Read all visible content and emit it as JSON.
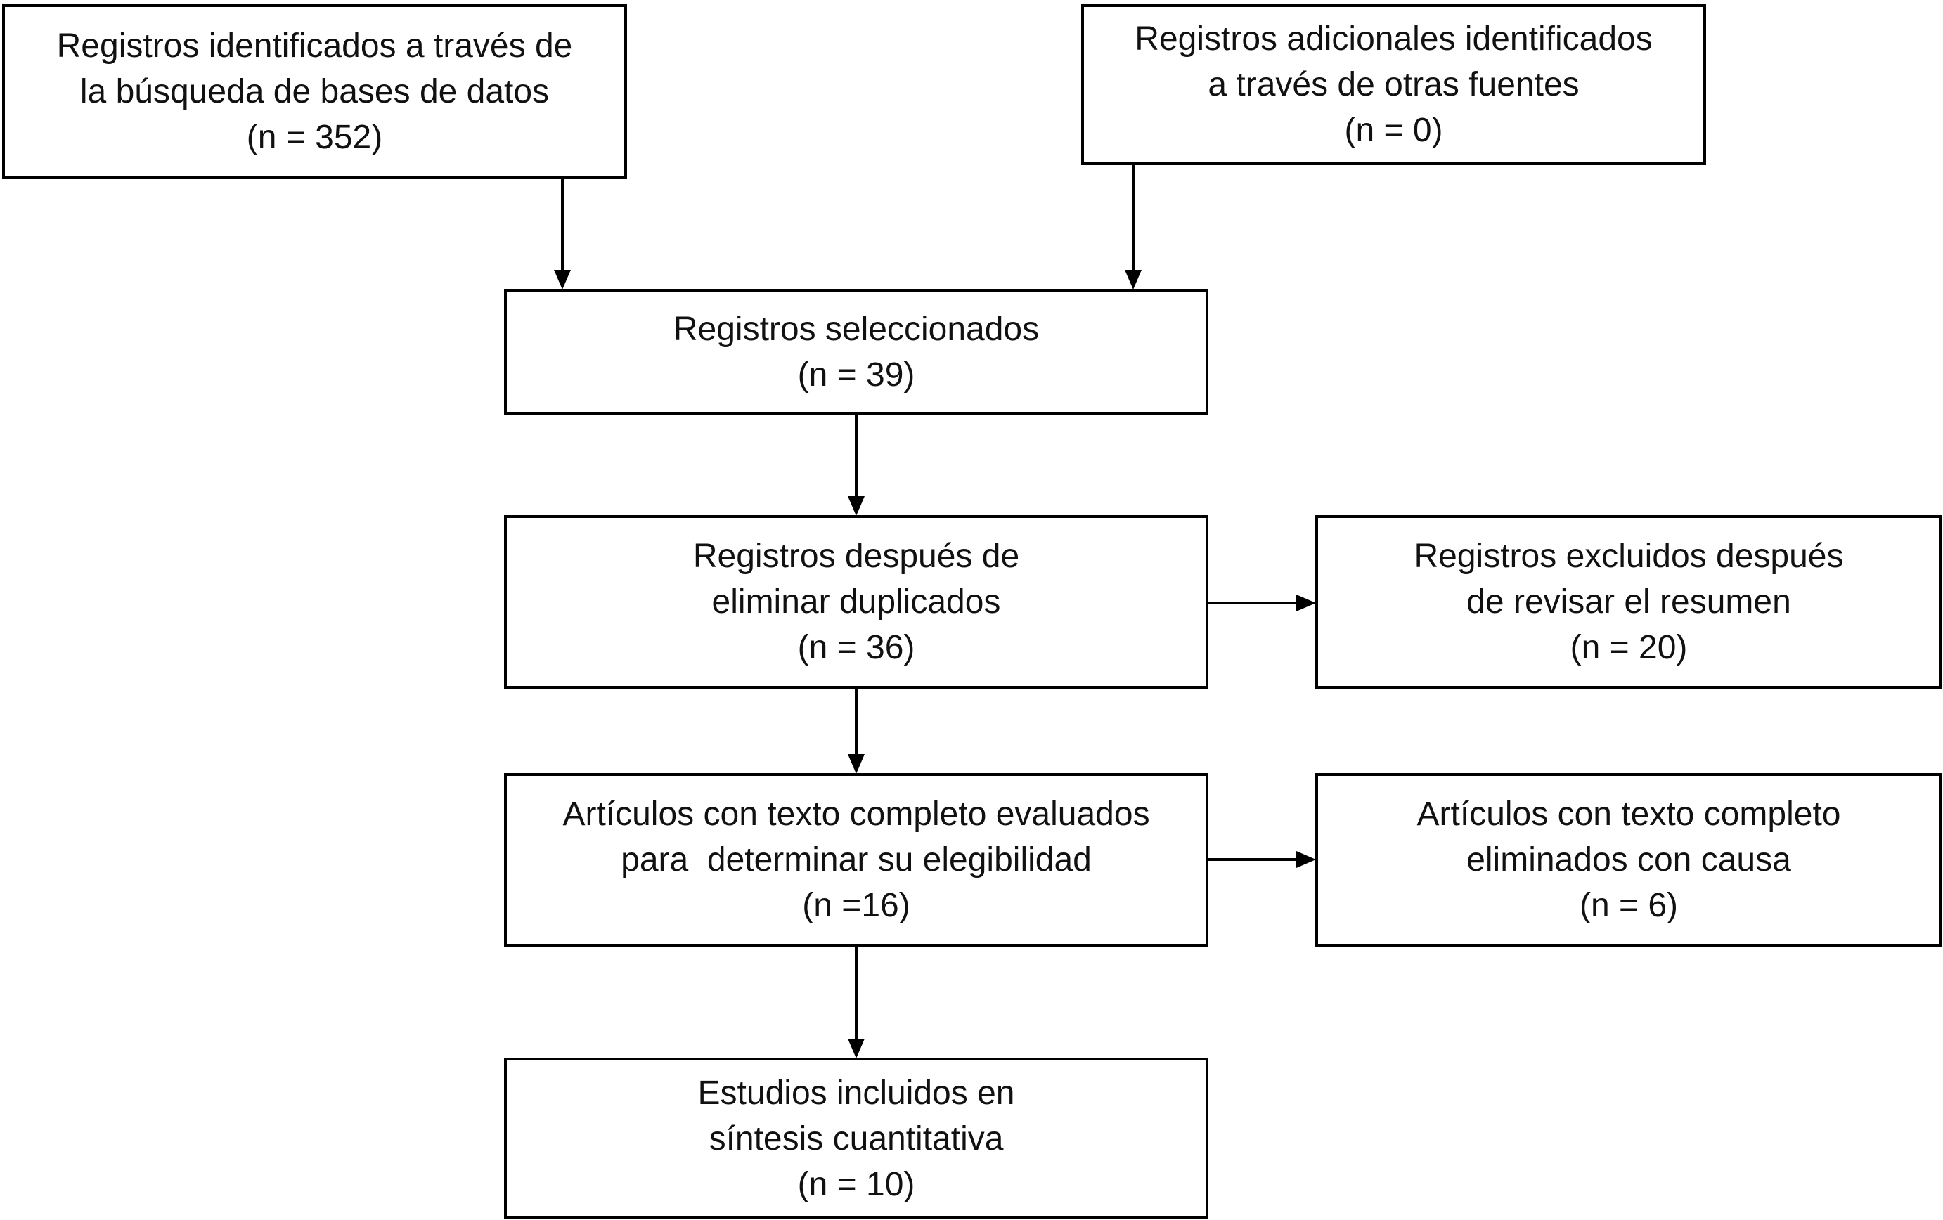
{
  "boxes": {
    "identified_db": {
      "line1": "Registros identificados a través de",
      "line2": "la búsqueda de bases de datos",
      "count": "(n = 352)"
    },
    "identified_other": {
      "line1": "Registros adicionales identificados",
      "line2": "a través de otras fuentes",
      "count": "(n = 0)"
    },
    "selected": {
      "line1": "Registros seleccionados",
      "count": "(n = 39)"
    },
    "after_duplicates": {
      "line1": "Registros después de",
      "line2": "eliminar duplicados",
      "count": "(n = 36)"
    },
    "excluded_abstract": {
      "line1": "Registros excluidos después",
      "line2": "de revisar el resumen",
      "count": "(n = 20)"
    },
    "full_text_assessed": {
      "line1": "Artículos con texto completo evaluados",
      "line2": "para  determinar su elegibilidad",
      "count": "(n =16)"
    },
    "full_text_removed": {
      "line1": "Artículos con texto completo",
      "line2": "eliminados con causa",
      "count": "(n = 6)"
    },
    "included": {
      "line1": "Estudios incluidos en",
      "line2": "síntesis cuantitativa",
      "count": "(n = 10)"
    }
  },
  "colors": {
    "stroke": "#000000",
    "text": "#111111",
    "background": "#ffffff"
  }
}
